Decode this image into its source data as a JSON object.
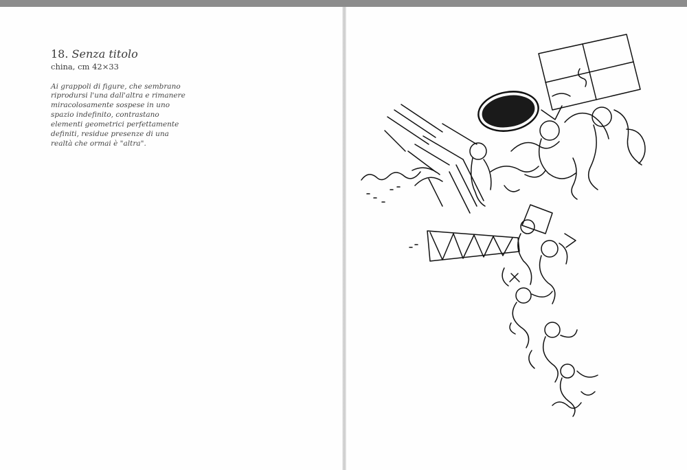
{
  "entry": {
    "number": "18.",
    "title": "Senza titolo",
    "technique": "china, cm 42×33",
    "description": "Ai grappoli di figure, che sembrano riprodursi l'una dall'altra e rimanere miracolosamente sospese in uno spazio indefinito, contrastano elementi geometrici perfettamente definiti, residue presenze di una realtà che ormai è \"altra\"."
  }
}
